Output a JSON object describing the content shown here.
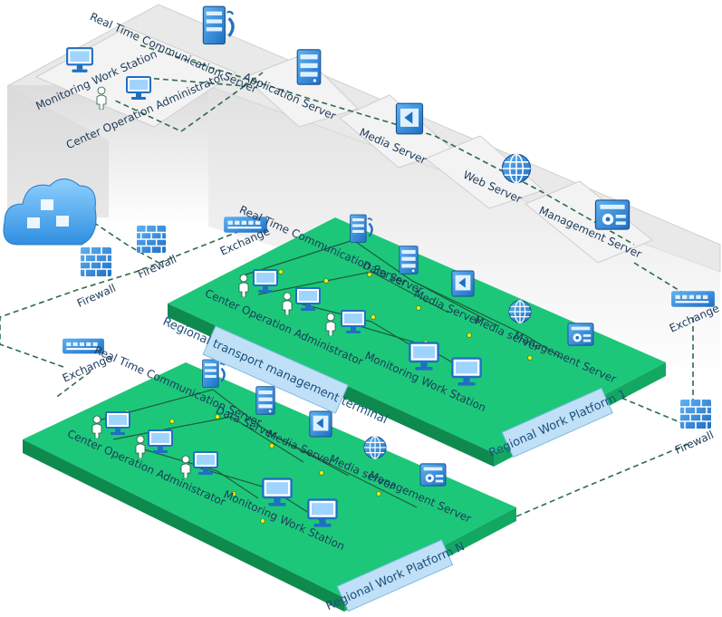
{
  "hq": {
    "realtime_server": "Real Time Communication Server",
    "monitoring_station": "Monitoring Work Station",
    "center_admin": "Center Operation Administrator",
    "application_server": "Application Server",
    "media_server": "Media Server",
    "web_server": "Web Server",
    "management_server": "Management Server"
  },
  "network": {
    "firewall_left": "Firewall",
    "firewall_mid": "Firewall",
    "exchange_top": "Exchange",
    "exchange_left": "Exchange",
    "exchange_right": "Exchange",
    "firewall_right": "Firewall"
  },
  "platform1": {
    "realtime_server": "Real Time Communication Server",
    "data_server": "Data Server",
    "media_server": "Media Server",
    "media_server2": "Media server",
    "management_server": "Management Server",
    "center_admin": "Center Operation Administrator",
    "monitoring_station": "Monitoring Work Station",
    "terminal_tag": "Regional transport management terminal",
    "platform_tag": "Regional Work Platform 1"
  },
  "platformN": {
    "realtime_server": "Real Time Communication Server",
    "data_server": "Data Server",
    "media_server": "Media Server",
    "media_server2": "Media server",
    "management_server": "Management Server",
    "center_admin": "Center Operation Administrator",
    "monitoring_station": "Monitoring Work Station",
    "platform_tag": "Regional Work Platform N"
  },
  "colors": {
    "platform_top": "#1dc77a",
    "platform_side": "#0f8a4f",
    "device_blue": "#2a7fd4",
    "label_blue": "#1d3a5a",
    "tag_bg": "#bfe0f7"
  }
}
